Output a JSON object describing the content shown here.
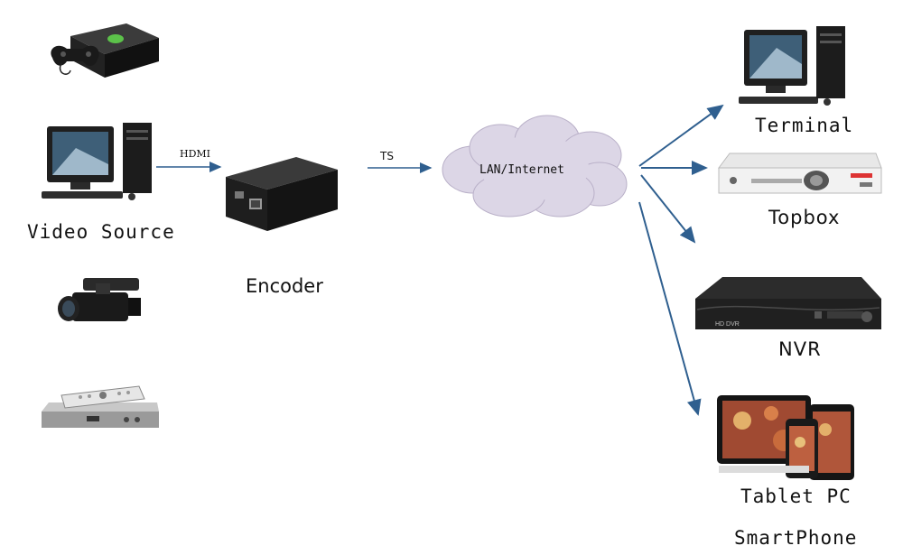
{
  "labels": {
    "video_source": "Video Source",
    "encoder": "Encoder",
    "hdmi": "HDMI",
    "ts": "TS",
    "network": "LAN/Internet",
    "terminal": "Terminal",
    "topbox": "Topbox",
    "nvr": "NVR",
    "tablet": "Tablet PC",
    "smartphone": "SmartPhone"
  },
  "device_text": {
    "nvr_panel": "HD DVR"
  },
  "colors": {
    "arrow": "#2f5f8f",
    "cloud": "#dcd6e6",
    "cloud_edge": "#b9b0c8"
  }
}
